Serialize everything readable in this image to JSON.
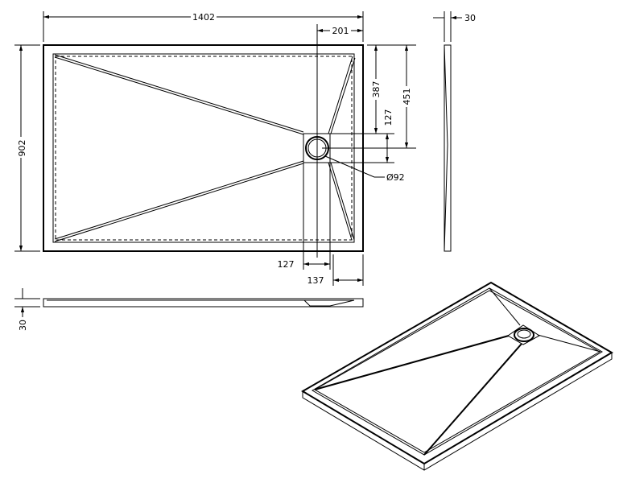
{
  "drawing": {
    "dims": {
      "width": "1402",
      "drain_offset_x": "201",
      "side_thickness": "30",
      "length": "902",
      "drain_offset_y": "387",
      "drain_center_y": "451",
      "drain_square_h": "127",
      "drain_diameter": "Ø92",
      "drain_square_w": "127",
      "drain_edge_offset": "137",
      "front_thickness": "30"
    }
  }
}
